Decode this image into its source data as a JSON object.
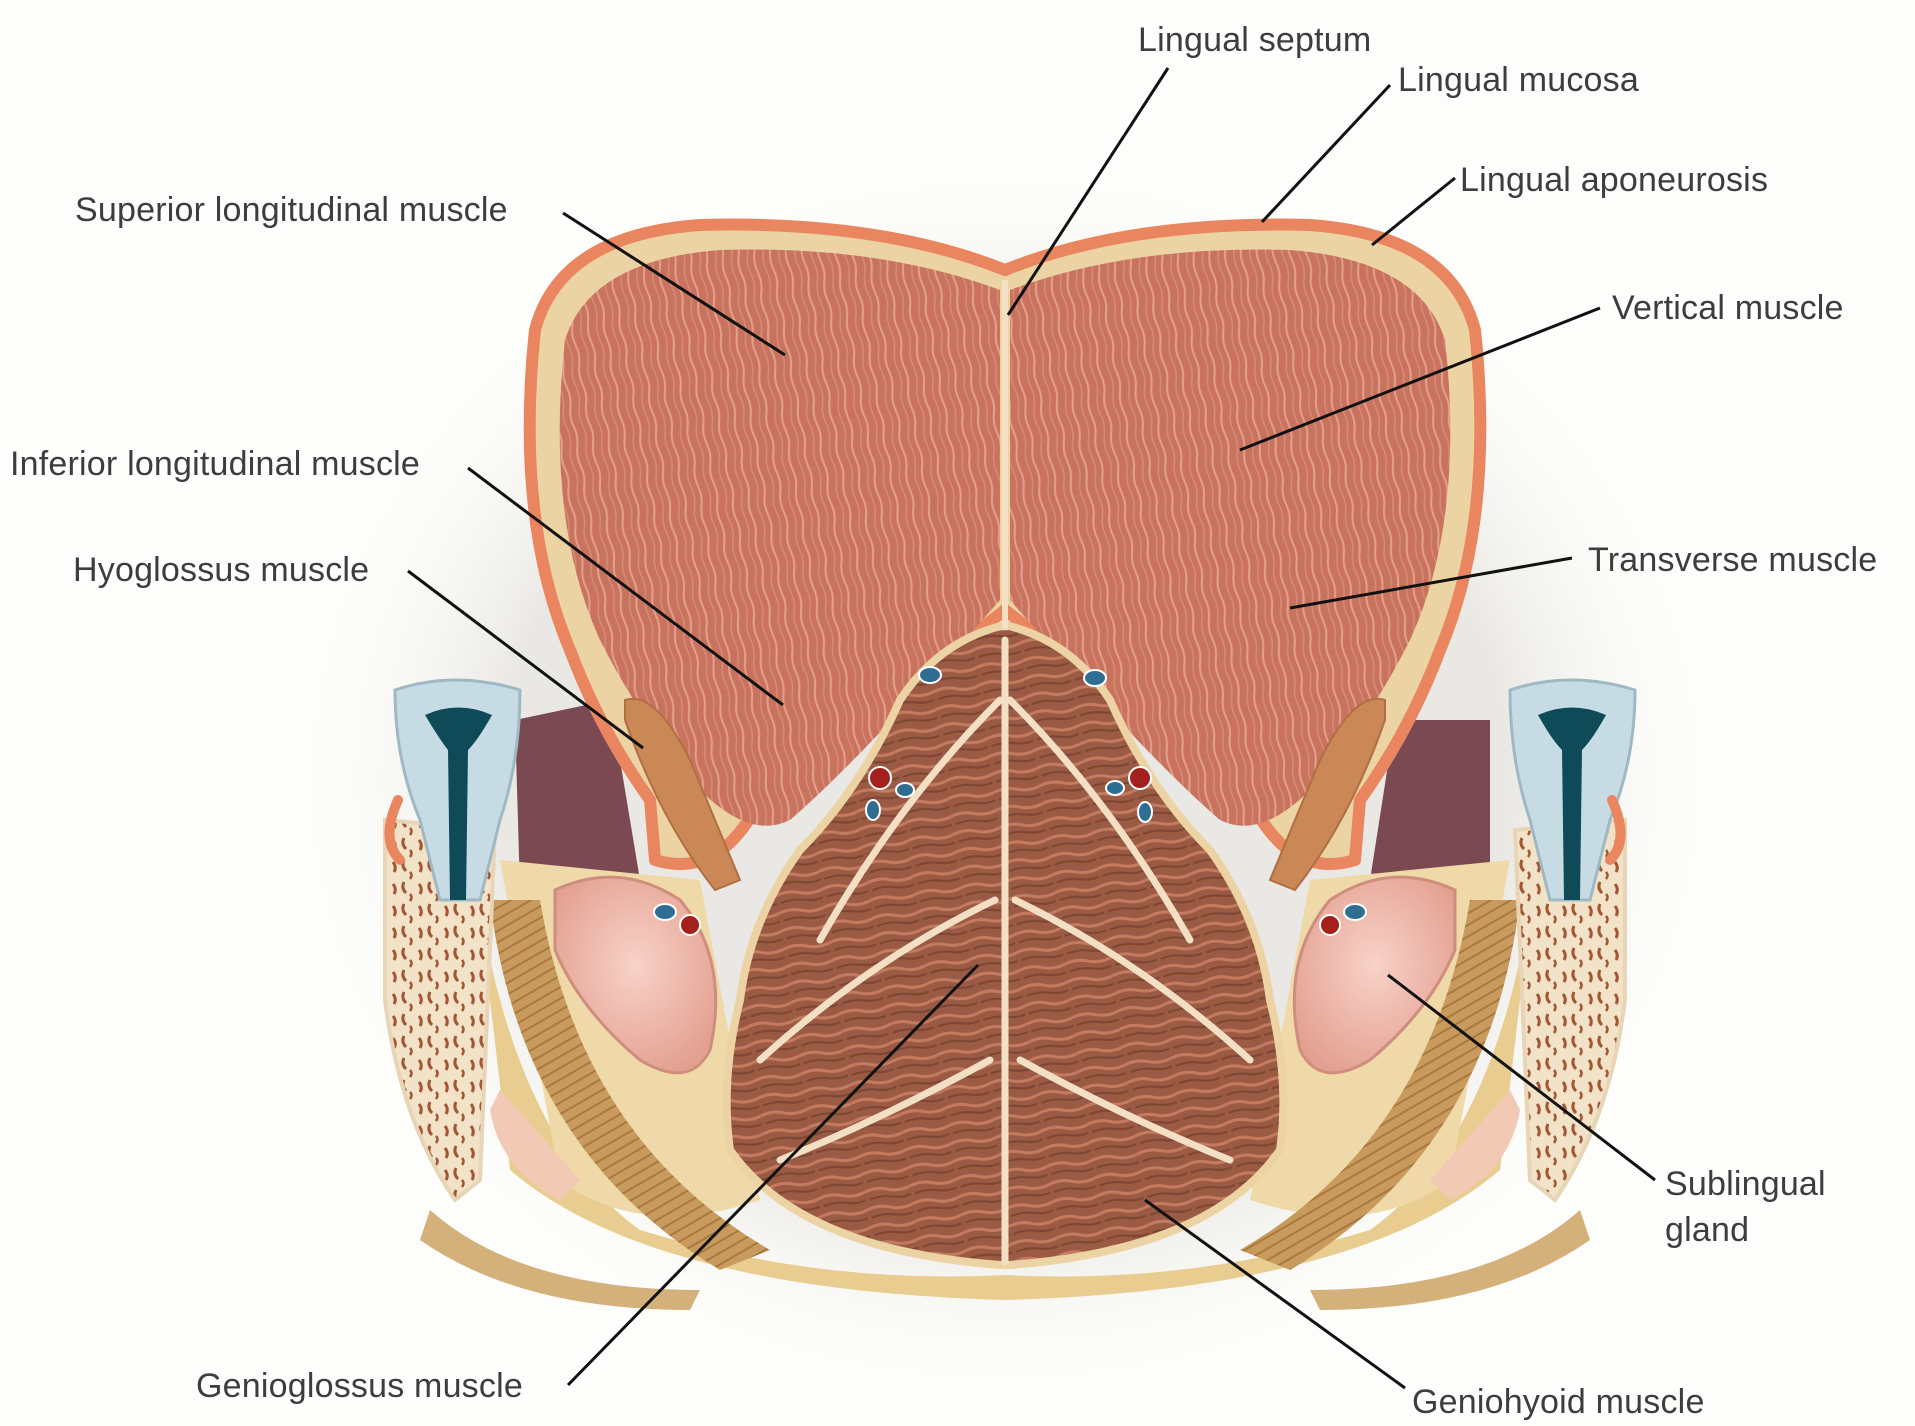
{
  "figure": {
    "labels": {
      "lingual_septum": "Lingual septum",
      "lingual_mucosa": "Lingual mucosa",
      "lingual_aponeurosis": "Lingual aponeurosis",
      "superior_longitudinal_muscle": "Superior longitudinal muscle",
      "vertical_muscle": "Vertical muscle",
      "inferior_longitudinal_muscle": "Inferior longitudinal muscle",
      "transverse_muscle": "Transverse muscle",
      "hyoglossus_muscle": "Hyoglossus muscle",
      "sublingual_gland_line1": "Sublingual",
      "sublingual_gland_line2": "gland",
      "genioglossus_muscle": "Genioglossus muscle",
      "geniohyoid_muscle": "Geniohyoid muscle"
    },
    "colors": {
      "background": "#fdfdfb",
      "muscle": "#c9735f",
      "muscle_fiber": "#e2a08c",
      "mucosa": "#e9865f",
      "aponeurosis": "#ecd3a4",
      "genioglossus": "#9a5a44",
      "connective_tissue": "#e9cc8f",
      "gland": "#eeb3a6",
      "tooth_enamel": "#c6dbe4",
      "tooth_pulp": "#0f4a58",
      "artery": "#a3201d",
      "vein": "#2f6e92",
      "leader_line": "#111111"
    }
  }
}
